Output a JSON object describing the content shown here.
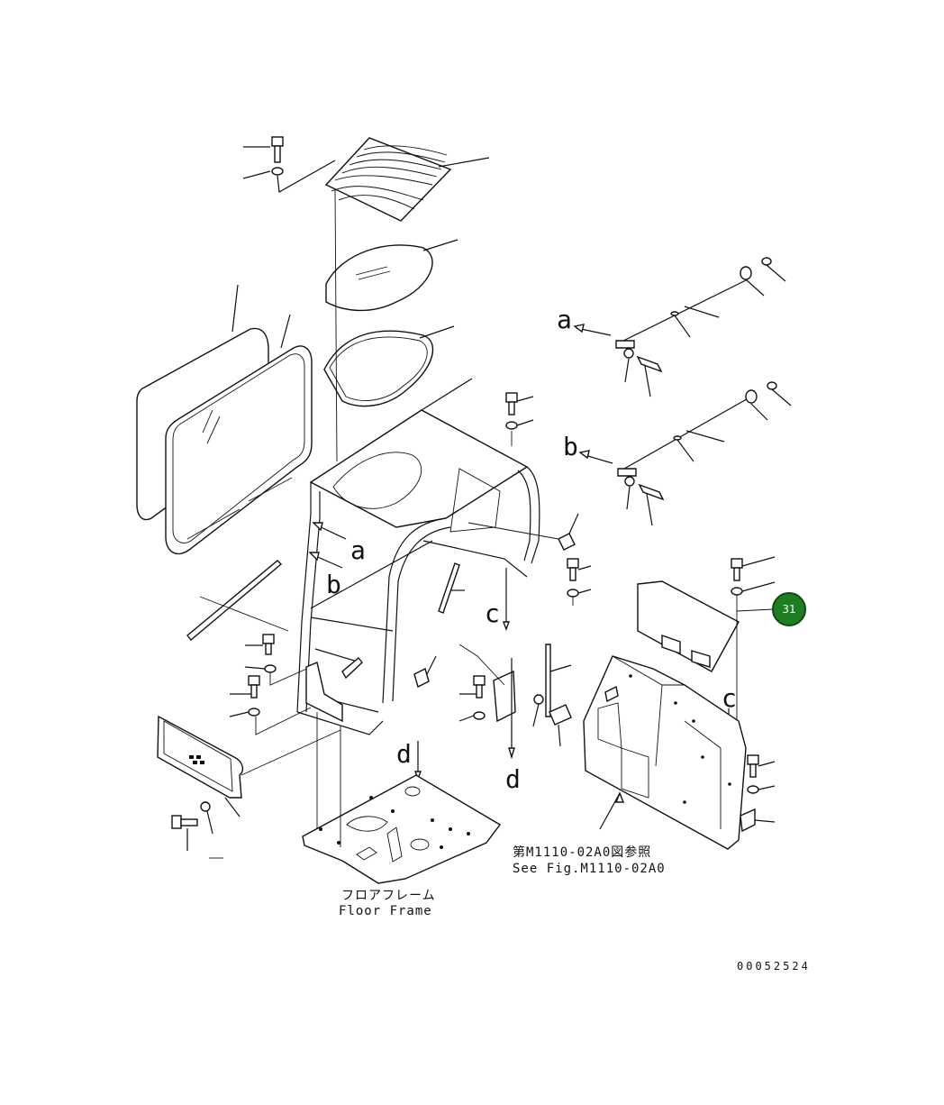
{
  "labels": {
    "ref_a": "a",
    "ref_b": "b",
    "ref_c": "c",
    "ref_d": "d"
  },
  "notes": {
    "see_fig_jp": "第M1110-02A0図参照",
    "see_fig_en": "See Fig.M1110-02A0",
    "floor_frame_jp": "フロアフレーム",
    "floor_frame_en": "Floor Frame"
  },
  "drawing_code": "00052524",
  "callouts": [
    {
      "number": "31",
      "color": "#1e7d22"
    }
  ]
}
